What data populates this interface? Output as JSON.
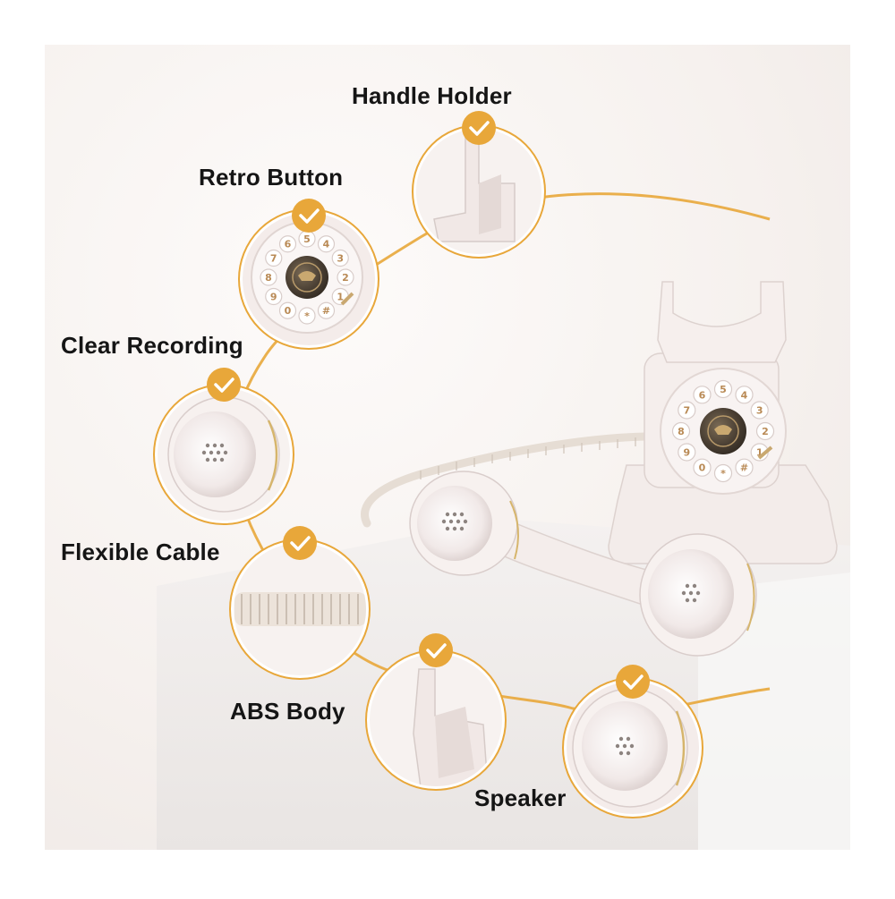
{
  "labels": {
    "handle_holder": "Handle Holder",
    "retro_button": "Retro Button",
    "clear_recording": "Clear Recording",
    "flexible_cable": "Flexible Cable",
    "abs_body": "ABS Body",
    "speaker": "Speaker"
  },
  "keypad": {
    "keys": [
      "6",
      "5",
      "4",
      "3",
      "2",
      "1",
      "#",
      "*",
      "0",
      "9",
      "8",
      "7"
    ]
  },
  "colors": {
    "accent": "#E8A73A",
    "product": "#F5EEEC",
    "product_shade": "#E3D8D6",
    "center_dial": "#4A3F33",
    "key_digit": "#B98A55",
    "background": "#F6F2EF"
  },
  "icons": {
    "badge": "check-icon"
  }
}
